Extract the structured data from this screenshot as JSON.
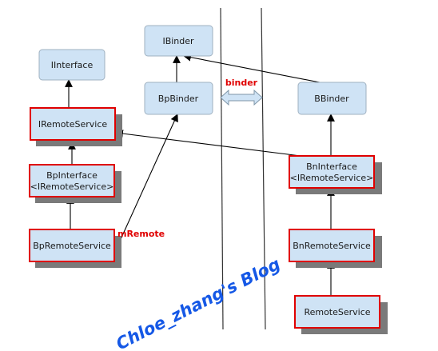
{
  "nodes": {
    "iinterface": {
      "label": "IInterface"
    },
    "ibinder": {
      "label": "IBinder"
    },
    "bpbinder": {
      "label": "BpBinder"
    },
    "bbinder": {
      "label": "BBinder"
    },
    "iremoteservice": {
      "label": "IRemoteService"
    },
    "bpinterface": {
      "line1": "BpInterface",
      "line2": "<IRemoteService>"
    },
    "bninterface": {
      "line1": "BnInterface",
      "line2": "<IRemoteService>"
    },
    "bpremoteservice": {
      "label": "BpRemoteService"
    },
    "bnremoteservice": {
      "label": "BnRemoteService"
    },
    "remoteservice": {
      "label": "RemoteService"
    }
  },
  "labels": {
    "binder": "binder",
    "mremote": "mRemote"
  },
  "watermark": "Chloe_zhang's Blog",
  "colors": {
    "node_fill": "#cfe3f5",
    "node_border_plain": "#9fb1c0",
    "node_border_highlight": "#e00000",
    "shadow": "#7a7a7a",
    "label_red": "#e00000",
    "watermark": "#1558e6"
  }
}
